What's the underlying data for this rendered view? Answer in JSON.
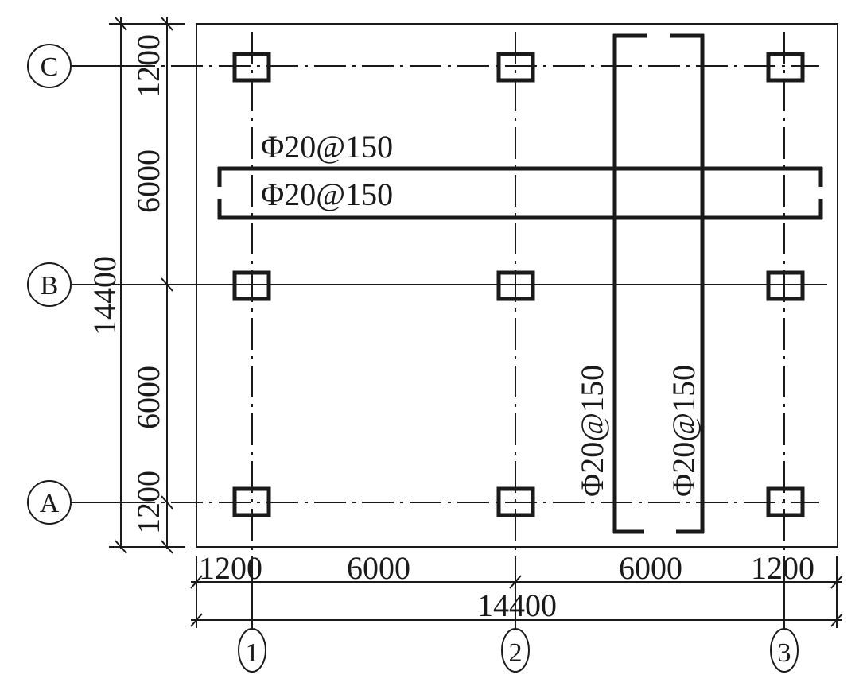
{
  "drawing": {
    "type": "foundation-plan",
    "grid_axes": {
      "horizontal": [
        {
          "label": "C"
        },
        {
          "label": "B"
        },
        {
          "label": "A"
        }
      ],
      "vertical": [
        {
          "label": "1"
        },
        {
          "label": "2"
        },
        {
          "label": "3"
        }
      ]
    },
    "dimensions": {
      "left_chain": [
        "1200",
        "6000",
        "6000",
        "1200"
      ],
      "left_total": "14400",
      "bottom_chain": [
        "1200",
        "6000",
        "6000",
        "1200"
      ],
      "bottom_total": "14400"
    },
    "rebar": {
      "horizontal_top": "Φ20@150",
      "horizontal_bottom": "Φ20@150",
      "vertical_left": "Φ20@150",
      "vertical_right": "Φ20@150"
    },
    "columns_count": 9
  }
}
